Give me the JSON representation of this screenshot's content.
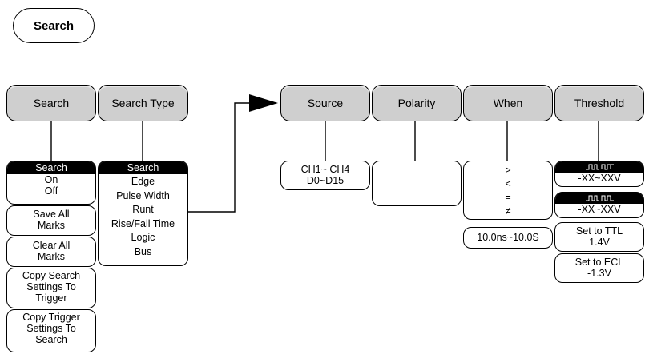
{
  "title": "Search",
  "top_menu": {
    "search": "Search",
    "search_type": "Search Type",
    "source": "Source",
    "polarity": "Polarity",
    "when": "When",
    "threshold": "Threshold"
  },
  "search_onoff": {
    "header": "Search",
    "on": "On",
    "off": "Off"
  },
  "save_all_marks": [
    "Save All",
    "Marks"
  ],
  "clear_all_marks": [
    "Clear All",
    "Marks"
  ],
  "copy_search": [
    "Copy Search",
    "Settings To",
    "Trigger"
  ],
  "copy_trigger": [
    "Copy Trigger",
    "Settings To",
    "Search"
  ],
  "search_type_list": {
    "header": "Search",
    "items": [
      "Edge",
      "Pulse Width",
      "Runt",
      "Rise/Fall Time",
      "Logic",
      "Bus"
    ]
  },
  "source_box": [
    "CH1~ CH4",
    "D0~D15"
  ],
  "when_box": {
    "items": [
      ">",
      "<",
      "=",
      "≠"
    ],
    "range": "10.0ns~10.0S"
  },
  "threshold": {
    "high_range": "-XX~XXV",
    "low_range": "-XX~XXV",
    "ttl": [
      "Set to TTL",
      "1.4V"
    ],
    "ecl": [
      "Set to ECL",
      "-1.3V"
    ]
  }
}
